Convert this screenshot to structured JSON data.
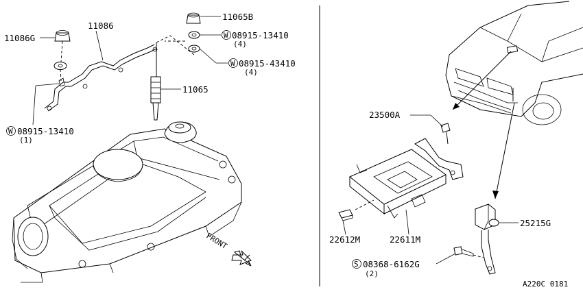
{
  "left_panel": {
    "labels": {
      "p11065B": "11065B",
      "p08915_13410_top": "08915-13410",
      "qty_top": "(4)",
      "p08915_43410": "08915-43410",
      "qty_mid": "(4)",
      "p11086G": "11086G",
      "p11086": "11086",
      "p11065": "11065",
      "p08915_13410_bottom": "08915-13410",
      "qty_bottom": "(1)",
      "front": "FRONT"
    },
    "washer_mark": "W"
  },
  "right_panel": {
    "labels": {
      "p23500A": "23500A",
      "p22612M": "22612M",
      "p22611M": "22611M",
      "p25215G": "25215G",
      "p08368_6162G": "08368-6162G",
      "qty_screw": "(2)"
    },
    "screw_mark": "S"
  },
  "reference_code": "A220C 0181"
}
